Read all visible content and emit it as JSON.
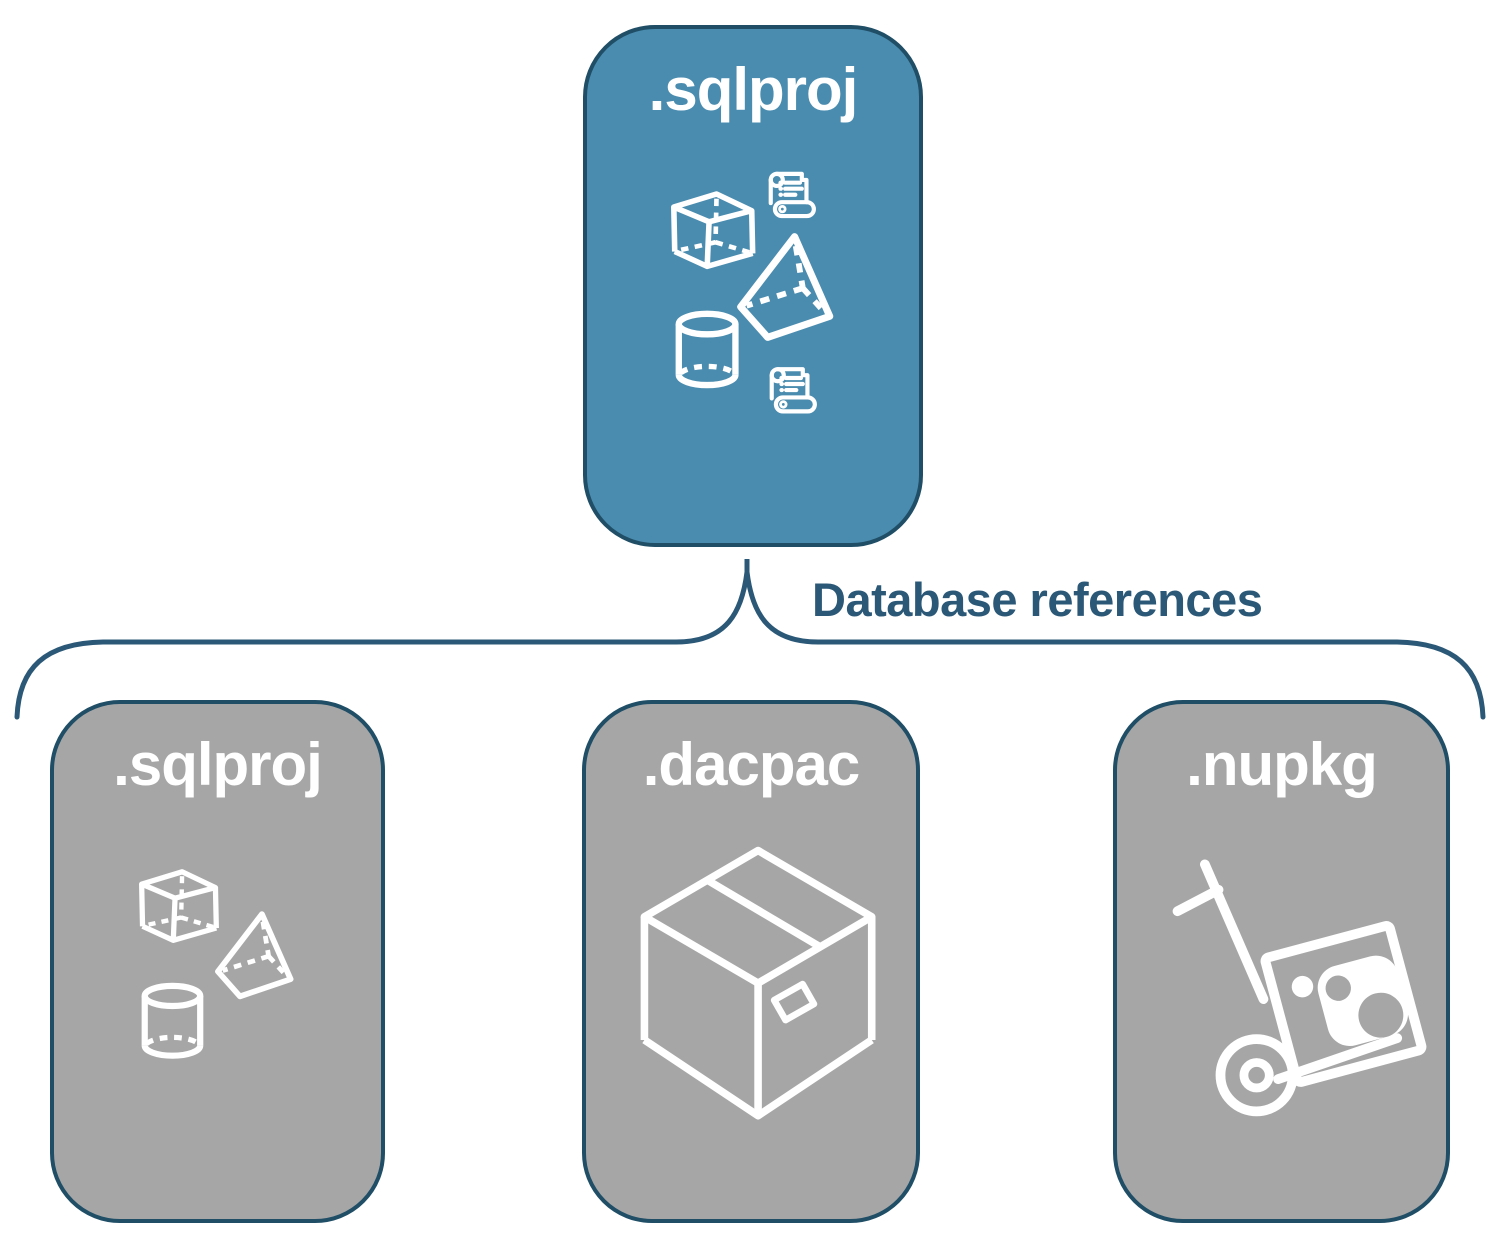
{
  "diagram": {
    "root": {
      "label": ".sqlproj",
      "icons": [
        "scroll-icon",
        "cube-icon",
        "pyramid-icon",
        "cylinder-icon",
        "scroll-icon"
      ]
    },
    "connector": {
      "label": "Database references"
    },
    "children": [
      {
        "label": ".sqlproj",
        "icons": [
          "cube-icon",
          "pyramid-icon",
          "cylinder-icon"
        ]
      },
      {
        "label": ".dacpac",
        "icons": [
          "package-box-icon"
        ]
      },
      {
        "label": ".nupkg",
        "icons": [
          "nuget-handtruck-icon"
        ]
      }
    ],
    "colors": {
      "root_fill": "#4a8caf",
      "child_fill": "#a6a6a6",
      "box_border": "#1f4e66",
      "connector_line": "#2b5877",
      "label_text": "#2b5877",
      "icon_stroke": "#ffffff",
      "title_text": "#ffffff",
      "background": "#ffffff"
    }
  }
}
